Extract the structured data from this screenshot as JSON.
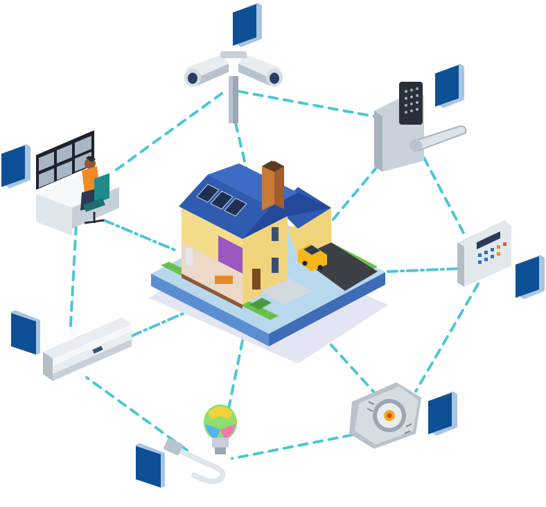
{
  "diagram": {
    "colors": {
      "link": "#4ac6d9",
      "tag_front": "#0d4f95",
      "tag_side": "#a9c4e0",
      "roof": "#2f5bb0",
      "wall": "#f3dc8a",
      "grass": "#6cc04a",
      "base_top": "#b8d8ee",
      "base_side": "#5b8ed0",
      "device_gray": "#d5dde3",
      "car": "#f5b719",
      "bulb_glass": "#8ee06a"
    },
    "hub": {
      "name": "smart-house",
      "icon": "house-icon"
    },
    "devices": [
      {
        "name": "security-camera",
        "icon": "cctv-camera-icon"
      },
      {
        "name": "smart-door-lock",
        "icon": "keypad-lock-icon"
      },
      {
        "name": "alarm-control-panel",
        "icon": "alarm-panel-icon"
      },
      {
        "name": "ventilation-fan",
        "icon": "fan-icon"
      },
      {
        "name": "smart-light-bulb",
        "icon": "light-bulb-icon"
      },
      {
        "name": "air-conditioner",
        "icon": "air-conditioner-icon"
      },
      {
        "name": "monitoring-station",
        "icon": "monitoring-desk-icon"
      }
    ],
    "tags": [
      "camera-tag",
      "lock-tag",
      "panel-tag",
      "fan-tag",
      "bulb-tag",
      "ac-tag",
      "station-tag"
    ]
  }
}
